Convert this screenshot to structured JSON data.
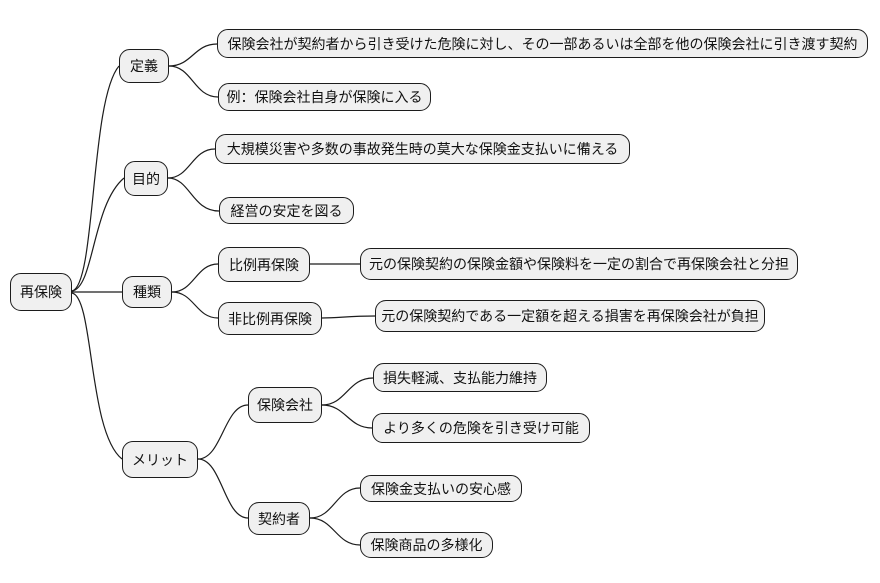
{
  "mindmap": {
    "root_label": "再保険",
    "branches": [
      {
        "label": "定義",
        "children": [
          {
            "label": "保険会社が契約者から引き受けた危険に対し、その一部あるいは全部を他の保険会社に引き渡す契約"
          },
          {
            "label": "例：保険会社自身が保険に入る"
          }
        ]
      },
      {
        "label": "目的",
        "children": [
          {
            "label": "大規模災害や多数の事故発生時の莫大な保険金支払いに備える"
          },
          {
            "label": "経営の安定を図る"
          }
        ]
      },
      {
        "label": "種類",
        "children": [
          {
            "label": "比例再保険",
            "children": [
              {
                "label": "元の保険契約の保険金額や保険料を一定の割合で再保険会社と分担"
              }
            ]
          },
          {
            "label": "非比例再保険",
            "children": [
              {
                "label": "元の保険契約である一定額を超える損害を再保険会社が負担"
              }
            ]
          }
        ]
      },
      {
        "label": "メリット",
        "children": [
          {
            "label": "保険会社",
            "children": [
              {
                "label": "損失軽減、支払能力維持"
              },
              {
                "label": "より多くの危険を引き受け可能"
              }
            ]
          },
          {
            "label": "契約者",
            "children": [
              {
                "label": "保険金支払いの安心感"
              },
              {
                "label": "保険商品の多様化"
              }
            ]
          }
        ]
      }
    ]
  },
  "colors": {
    "background": "#ffffff",
    "node_fill": "#f0f0f0",
    "node_border": "#1c1c1c",
    "connector": "#1c1c1c",
    "text": "#111111"
  }
}
